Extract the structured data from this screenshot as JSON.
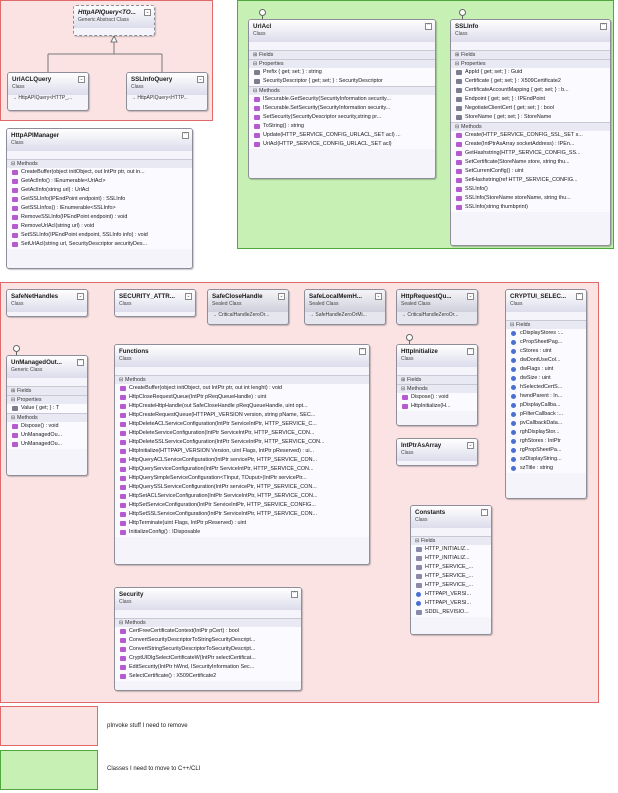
{
  "diagram": {
    "boxes": {
      "httpApiQuery": {
        "name": "HttpAPIQuery<TO...",
        "stereotype": "Generic Abstract Class"
      },
      "urlAclQuery": {
        "name": "UrlACLQuery",
        "stereotype": "Class",
        "parent": "→ HttpAPIQuery<HTTP_..."
      },
      "sslInfoQuery": {
        "name": "SSLInfoQuery",
        "stereotype": "Class",
        "parent": "→ HttpAPIQuery<HTTP..."
      },
      "urlAcl": {
        "name": "UrlAcl",
        "stereotype": "Class",
        "sections": {
          "fields": "Fields",
          "properties": "Properties",
          "methods": "Methods"
        },
        "properties": [
          "Prefix { get; set; } : string",
          "SecurityDescriptor { get; set; } : SecurityDescriptor"
        ],
        "methods": [
          "ISecurable.GetSecurity(SecurityInformation  security...",
          "ISecurable.SetSecurity(SecurityInformation  security...",
          "SetSecurity(SecurityDescriptor security,string pr...",
          "ToString() : string",
          "Update(HTTP_SERVICE_CONFIG_URLACL_SET acl) ...",
          "UrlAcl(HTTP_SERVICE_CONFIG_URLACL_SET acl)"
        ]
      },
      "sslInfo": {
        "name": "SSLInfo",
        "stereotype": "Class",
        "sections": {
          "fields": "Fields",
          "properties": "Properties",
          "methods": "Methods"
        },
        "properties": [
          "AppId { get; set; } : Guid",
          "Certificate { get; set; } : X509Certificate2",
          "CertificateAccountMapping { get; set; } : b...",
          "Endpoint { get; set; } : IPEndPoint",
          "NegotiateClientCert { get; set; } : bool",
          "StoreName { get; set; } : StoreName"
        ],
        "methods": [
          "Create(HTTP_SERVICE_CONFIG_SSL_SET s...",
          "Create(IntPtrAsArray socketAddress) : IPEn...",
          "GetHashstring(HTTP_SERVICE_CONFIG_SS...",
          "SetCertificate(StoreName store, string thu...",
          "SetCurrentConfig() : uint",
          "SetHashstring(ref  HTTP_SERVICE_CONFIG...",
          "SSLInfo()",
          "SSLInfo(StoreName storeName, string thu...",
          "SSLInfo(string thumbprint)"
        ]
      },
      "httpApiManager": {
        "name": "HttpAPIManager",
        "stereotype": "Class",
        "sections": {
          "methods": "Methods"
        },
        "methods": [
          "CreateBuffer(object initObject, out IntPtr ptr, out in...",
          "GetAclInfo() : IEnumerable<UrlAcl>",
          "GetAclInfo(string url) : UrlAcl",
          "GetSSLInfo(IPEndPoint endpoint) : SSLInfo",
          "GetSSLInfos() : IEnumerable<SSLInfo>",
          "RemoveSSLInfo(IPEndPoint endpoint) : void",
          "RemoveUrlAcl(string url) : void",
          "SetSSLInfo(IPEndPoint endpoint, SSLInfo info) : void",
          "SetUrlAcl(string url, SecurityDescriptor securityDes..."
        ]
      },
      "safeNetHandles": {
        "name": "SafeNetHandles",
        "stereotype": "Class"
      },
      "securityAttr": {
        "name": "SECURITY_ATTR...",
        "stereotype": "Class"
      },
      "safeCloseHandle": {
        "name": "SafeCloseHandle",
        "stereotype": "Sealed Class",
        "parent": "→ CriticalHandleZeroOr..."
      },
      "safeLocalMemH": {
        "name": "SafeLocalMemH...",
        "stereotype": "Sealed Class",
        "parent": "→ SafeHandleZeroOrMi..."
      },
      "httpRequestQu": {
        "name": "HttpRequestQu...",
        "stereotype": "Sealed Class",
        "parent": "→ CriticalHandleZeroOr..."
      },
      "cryptui": {
        "name": "CRYPTUI_SELEC...",
        "stereotype": "Class",
        "sections": {
          "fields": "Fields"
        },
        "fields": [
          "cDisplayStores :...",
          "cPropSheetPag...",
          "cStores : uint",
          "dwDontUseCol...",
          "dwFlags : uint",
          "dwSize : uint",
          "hSelectedCertS...",
          "hwndParent : In...",
          "pDisplayCallba...",
          "pFilterCallback :...",
          "pvCallbackData...",
          "rghDisplayStor...",
          "rghStores : IntPtr",
          "rgPropSheetPa...",
          "szDisplayString...",
          "szTitle : string"
        ]
      },
      "unmanagedOut": {
        "name": "UnManagedOut...",
        "stereotype": "Generic Class",
        "sections": {
          "fields": "Fields",
          "properties": "Properties",
          "methods": "Methods"
        },
        "properties": [
          "Value { get; } : T"
        ],
        "methods": [
          "Dispose() : void",
          "UnManagedOu...",
          "UnManagedOu..."
        ]
      },
      "functions": {
        "name": "Functions",
        "stereotype": "Class",
        "sections": {
          "methods": "Methods"
        },
        "methods": [
          "CreateBuffer(object initObject, out IntPtr ptr, out int lenght) : void",
          "HttpCloseRequestQueue(IntPtr pReqQueueHandle) : uint",
          "HttpCreateHttpHandle(out SafeCloseHandle pReqQueueHandle, uint opt...",
          "HttpCreateRequestQueue(HTTPAPI_VERSION version, string pName, SEC...",
          "HttpDeleteACLServiceConfiguration(IntPtr  ServiceIntPtr,  HTTP_SERVICE_C...",
          "HttpDeleteServiceConfiguration(IntPtr  ServiceIntPtr,  HTTP_SERVICE_CON...",
          "HttpDeleteSSLServiceConfiguration(IntPtr  ServiceIntPtr,  HTTP_SERVICE_CON...",
          "HttpInitialize(HTTPAPI_VERSION Version, uint Flags, IntPtr pReserved) : ui...",
          "HttpQueryACLServiceConfiguration(IntPtr  servicePtr,  HTTP_SERVICE_CON...",
          "HttpQueryServiceConfiguration(IntPtr  ServiceIntPtr,  HTTP_SERVICE_CON...",
          "HttpQuerySimpleServiceConfiguration<TInput,  TOuput>(IntPtr  servicePtr...",
          "HttpQuerySSLServiceConfiguration(IntPtr  servicePtr,  HTTP_SERVICE_CON...",
          "HttpSetACLServiceConfiguration(IntPtr  ServiceIntPtr,  HTTP_SERVICE_CON...",
          "HttpSetServiceConfiguration(IntPtr  ServiceIntPtr,  HTTP_SERVICE_CONFIG...",
          "HttpSetSSLServiceConfiguration(IntPtr  ServiceIntPtr,  HTTP_SERVICE_CON...",
          "HttpTerminate(uint Flags, IntPtr pReserved) : uint",
          "InitializeConfig() : IDisposable"
        ]
      },
      "httpInitialize": {
        "name": "HttpInitialize",
        "stereotype": "Class",
        "sections": {
          "fields": "Fields",
          "methods": "Methods"
        },
        "methods": [
          "Dispose() : void",
          "HttpInitialize(H..."
        ]
      },
      "intPtrAsArray": {
        "name": "IntPtrAsArray",
        "stereotype": "Class"
      },
      "constants": {
        "name": "Constants",
        "stereotype": "Class",
        "sections": {
          "fields": "Fields"
        },
        "fields": [
          "HTTP_INITIALIZ...",
          "HTTP_INITIALIZ...",
          "HTTP_SERVICE_...",
          "HTTP_SERVICE_...",
          "HTTP_SERVICE_...",
          "HTTPAPI_VERSI...",
          "HTTPAPI_VERSI...",
          "SDDL_REVISIO..."
        ]
      },
      "security": {
        "name": "Security",
        "stereotype": "Class",
        "sections": {
          "methods": "Methods"
        },
        "methods": [
          "CertFreeCertificateContext(IntPtr pCert) : bool",
          "ConvertSecurityDescriptorToStringSecurityDescript...",
          "ConvertStringSecurityDescriptorToSecurityDescript...",
          "CryptUIDlgSelectCertificateW(IntPtr  selectCertificat...",
          "EditSecurity(IntPtr hWnd, ISecurityInformation Sec...",
          "SelectCertificate() : X509Certificate2"
        ]
      }
    },
    "legend": {
      "red_label": "pInvoke stuff I need to remove",
      "green_label": "Classes I need to move to C++/CLI",
      "red_color": "#fbe3e3",
      "green_color": "#c6f0b4"
    }
  }
}
